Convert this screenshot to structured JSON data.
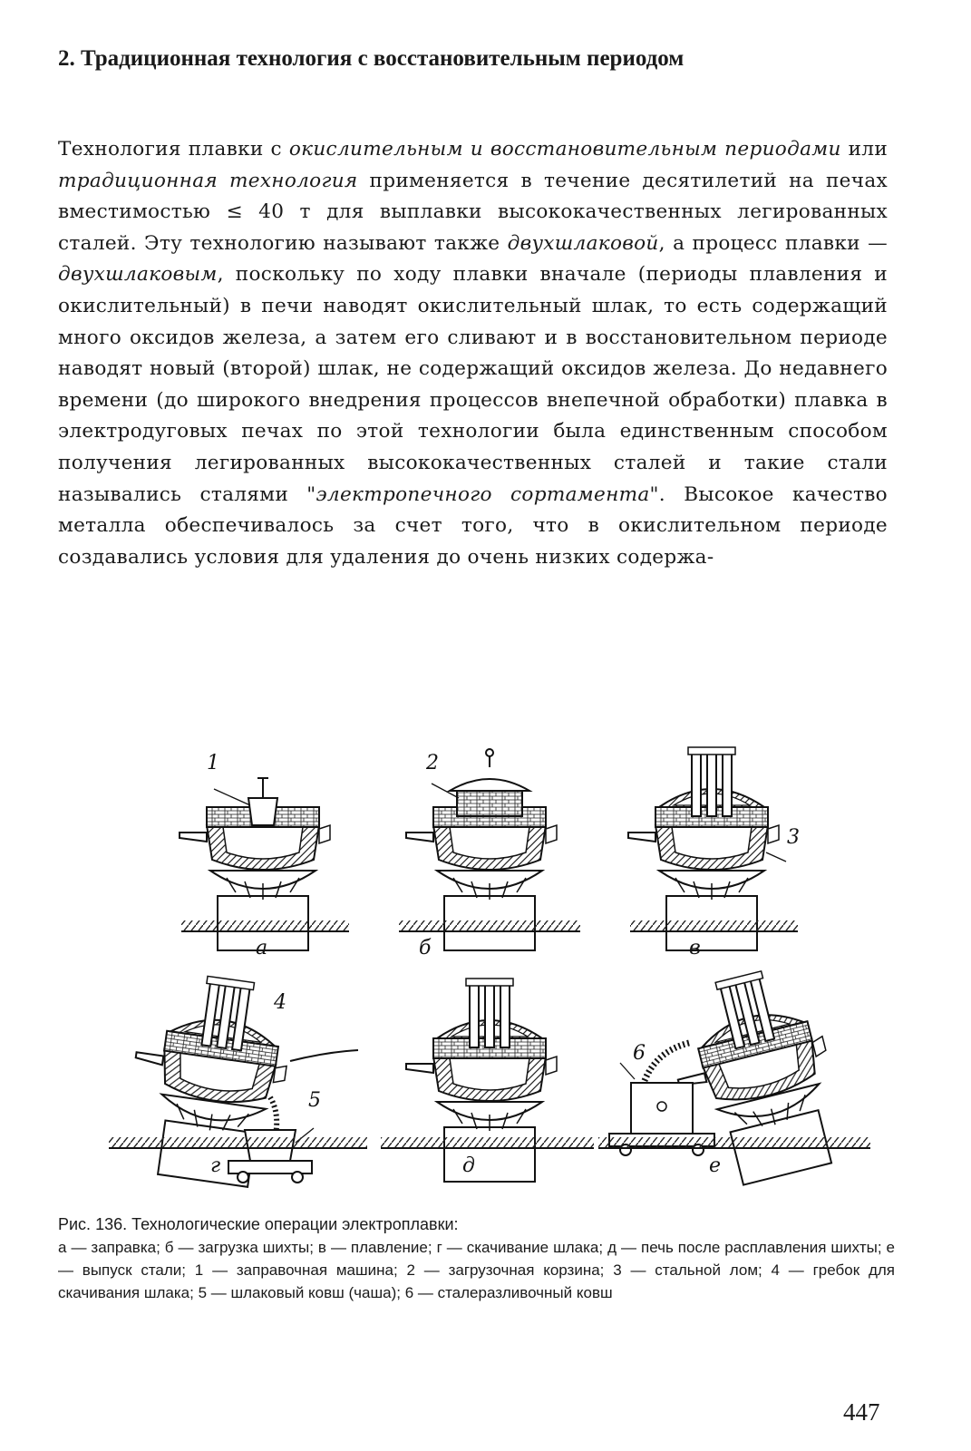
{
  "section": {
    "heading": "2. Традиционная технология с восстановительным периодом"
  },
  "paragraph": {
    "s1": "Технология плавки с ",
    "e1": "окислительным и восстановительным периодами",
    "s2": " или ",
    "e2": "традиционная технология",
    "s3": " применяется в течение десятилетий на печах вместимостью ≤ 40 т для выплавки высококачественных легированных сталей. Эту технологию называют также ",
    "e3": "двухшлаковой",
    "s4": ", а процесс плавки — ",
    "e4": "двухшлаковым",
    "s5": ", поскольку по ходу плавки вначале (периоды плавления и окислительный) в печи наводят окислительный шлак, то есть содержащий много оксидов железа, а затем его сливают и в восстановительном периоде наводят новый (второй) шлак, не содержащий оксидов железа. До недавнего времени (до широкого внедрения процессов внепечной обработки) плавка в электродуговых печах по этой технологии была единственным способом получения легированных высококачественных сталей и такие стали назывались сталями \"",
    "e5": "электропечного сортамента",
    "s6": "\". Высокое качество металла обеспечивалось за счет того, что в окислительном периоде создавались условия для удаления до очень низких содержа-"
  },
  "figure": {
    "panel_labels": [
      "а",
      "б",
      "в",
      "г",
      "д",
      "е"
    ],
    "callouts": [
      "1",
      "2",
      "3",
      "4",
      "5",
      "6"
    ]
  },
  "caption": {
    "title": "Рис. 136. Технологические операции электроплавки:",
    "text": "а — заправка; б — загрузка шихты; в — плавление; г — скачивание шлака; д — печь после расплавления шихты; е — выпуск стали; 1 — заправочная машина; 2 — загрузочная корзина; 3 — стальной лом; 4 — гребок для скачивания шлака; 5 — шлаковый ковш (чаша); 6 — сталеразливочный ковш"
  },
  "page_number": "447"
}
